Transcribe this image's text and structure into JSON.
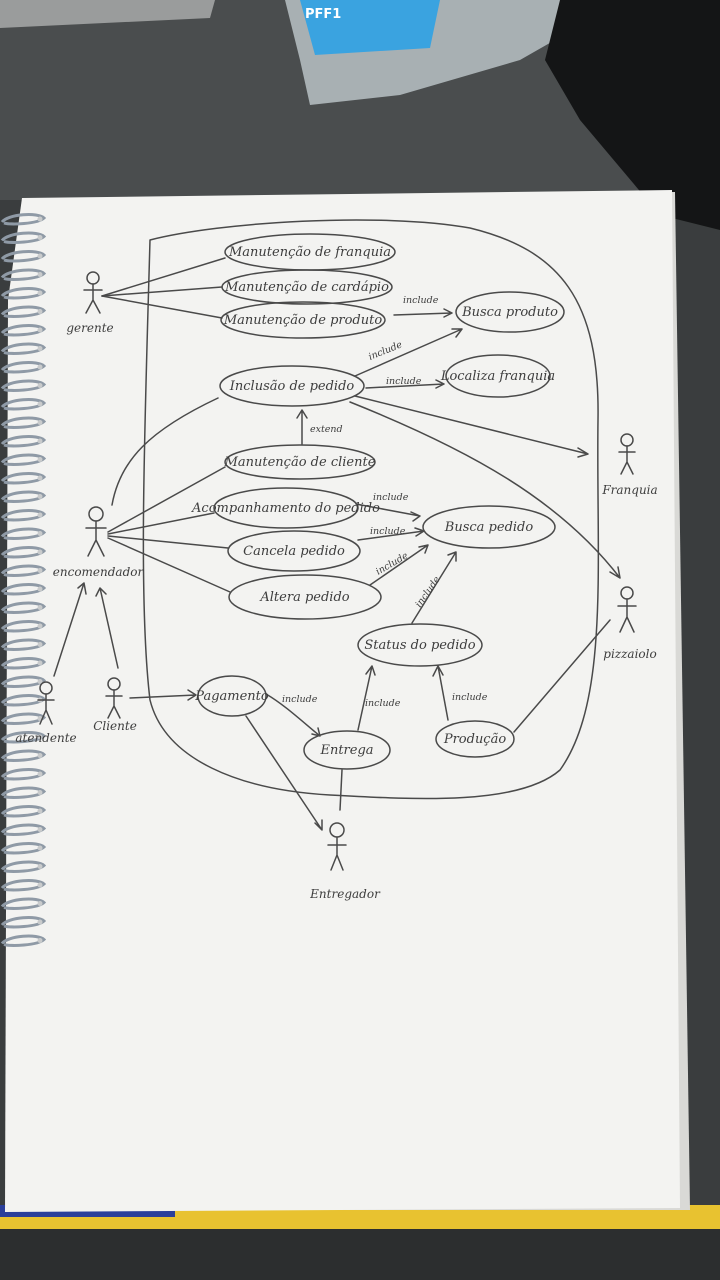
{
  "photo": {
    "packet_text": "PFF1"
  },
  "colors": {
    "ink": "#4a4a4a",
    "paper": "#f3f3f1",
    "desk": "#3a3d3e",
    "bag_blue": "#3aa3e0",
    "cover_yellow": "#e8c230",
    "cover_blue": "#2b3f9a"
  },
  "diagram": {
    "use_cases": [
      {
        "id": "manutencao_franquia",
        "label": "Manutenção de franquia"
      },
      {
        "id": "manutencao_cardapio",
        "label": "Manutenção de cardápio"
      },
      {
        "id": "manutencao_produto",
        "label": "Manutenção de produto"
      },
      {
        "id": "busca_produto",
        "label": "Busca produto"
      },
      {
        "id": "inclusao_pedido",
        "label": "Inclusão de pedido"
      },
      {
        "id": "localiza_franquia",
        "label": "Localiza franquia"
      },
      {
        "id": "manutencao_cliente",
        "label": "Manutenção de cliente"
      },
      {
        "id": "acompanhamento_pedido",
        "label": "Acompanhamento do pedido"
      },
      {
        "id": "busca_pedido",
        "label": "Busca pedido"
      },
      {
        "id": "cancela_pedido",
        "label": "Cancela pedido"
      },
      {
        "id": "altera_pedido",
        "label": "Altera pedido"
      },
      {
        "id": "status_pedido",
        "label": "Status do pedido"
      },
      {
        "id": "pagamento",
        "label": "Pagamento"
      },
      {
        "id": "entrega",
        "label": "Entrega"
      },
      {
        "id": "producao",
        "label": "Produção"
      }
    ],
    "actors": [
      {
        "id": "gerente",
        "label": "gerente"
      },
      {
        "id": "encomendador",
        "label": "encomendador"
      },
      {
        "id": "atendente",
        "label": "atendente"
      },
      {
        "id": "cliente",
        "label": "Cliente"
      },
      {
        "id": "franquia",
        "label": "Franquia"
      },
      {
        "id": "pizzaiolo",
        "label": "pizzaiolo"
      },
      {
        "id": "entregador",
        "label": "Entregador"
      }
    ],
    "relation_labels": {
      "include": "include",
      "extend": "extend"
    }
  }
}
